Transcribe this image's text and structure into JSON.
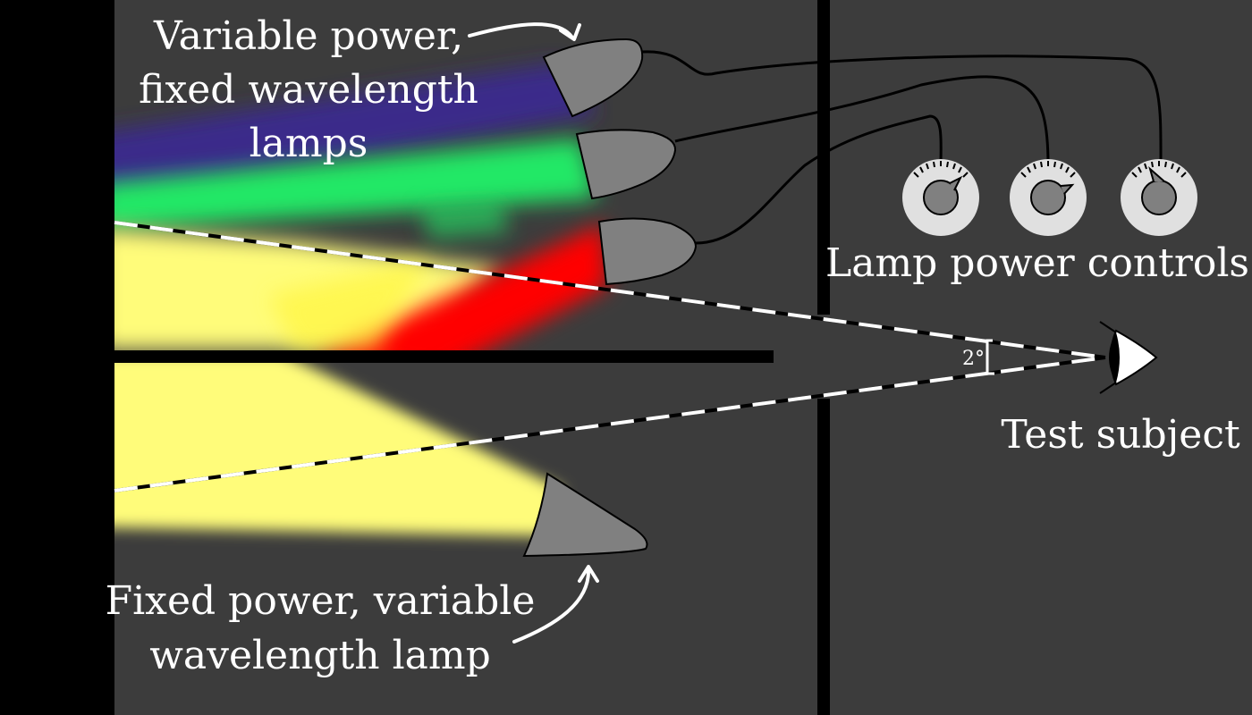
{
  "labels": {
    "top_lamps_line1": "Variable power,",
    "top_lamps_line2": "fixed wavelength",
    "top_lamps_line3": "lamps",
    "controls": "Lamp power controls",
    "subject": "Test subject",
    "bottom_lamp_line1": "Fixed power, variable",
    "bottom_lamp_line2": "wavelength lamp",
    "angle": "2°"
  },
  "colors": {
    "background_left": "#000000",
    "background_panel": "#3c3c3c",
    "lamp_body": "#808080",
    "beam_blue": "#3a2a8a",
    "beam_green": "#22e866",
    "beam_red": "#ff0000",
    "beam_yellow": "#fffc7a",
    "wall": "#000000",
    "text": "#ffffff"
  },
  "icons": {
    "lamp": "lamp-icon",
    "knob": "control-knob-icon",
    "eye": "eye-icon",
    "arrow": "curved-arrow-icon"
  }
}
